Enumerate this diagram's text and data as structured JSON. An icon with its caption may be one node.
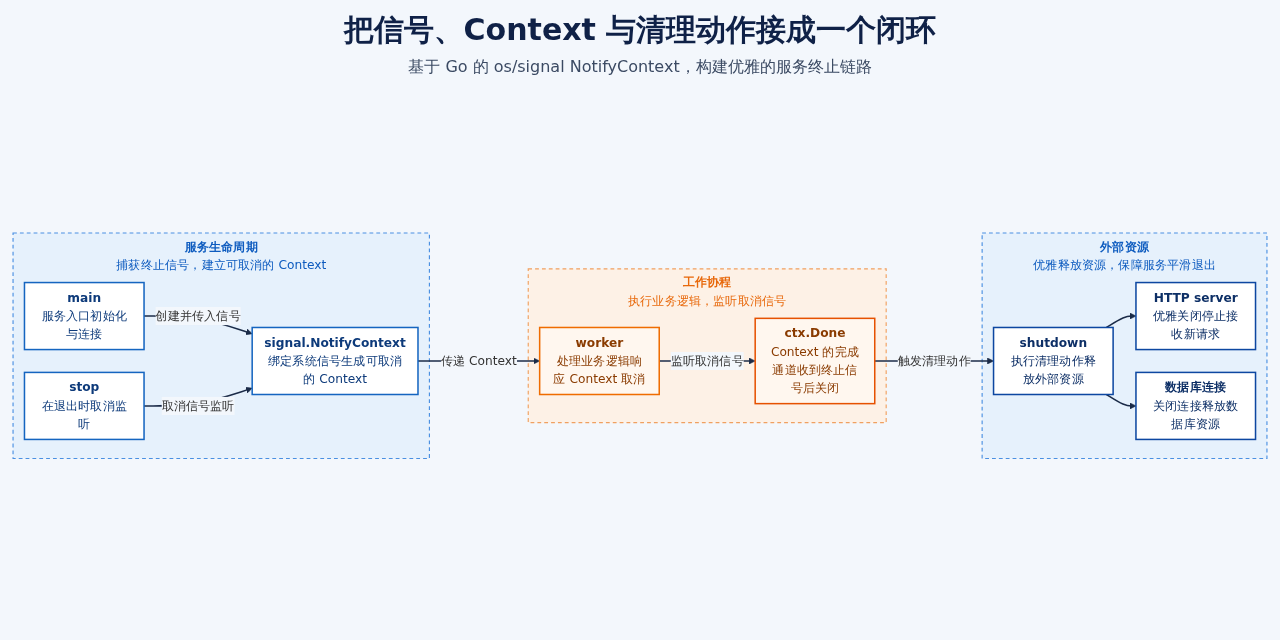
{
  "diagram": {
    "title": "把信号、Context 与清理动作接成一个闭环",
    "nodes": [
      {
        "text": [
          "服务生命周期",
          "捕获终止信号，建立可取消的 Context"
        ]
      },
      {
        "text": [
          "main",
          "服务入口初始化与连接"
        ],
        "in": 0
      },
      {
        "text": [
          "signal.NotifyContext",
          "绑定系统信号生成可取消的 Context"
        ],
        "in": 0
      },
      {
        "text": [
          "stop",
          "在退出时取消监听"
        ],
        "in": 0
      },
      {
        "text": [
          "工作协程",
          "执行业务逻辑，监听取消信号"
        ]
      },
      {
        "text": [
          "worker",
          "处理业务逻辑响应 Context 取消"
        ],
        "in": 4
      },
      {
        "text": [
          "ctx.Done",
          "Context 的完成通道收到终止信号后关闭"
        ],
        "in": 4
      },
      {
        "text": [
          "外部资源",
          "优雅释放资源，保障服务平滑退出"
        ]
      },
      {
        "text": [
          "shutdown",
          "执行清理动作释放外部资源"
        ],
        "in": 7
      },
      {
        "text": [
          "HTTP server",
          "优雅关闭停止接收新请求"
        ],
        "in": 7
      },
      {
        "text": [
          "数据库连接",
          "关闭连接释放数据库资源"
        ],
        "in": 7
      }
    ],
    "edges": [
      {
        "from": 1,
        "to": 2,
        "arrow": "to",
        "label": "创建并传入信号"
      },
      {
        "from": 3,
        "to": 2,
        "arrow": "to",
        "label": "取消信号监听"
      },
      {
        "from": 2,
        "to": 5,
        "arrow": "to",
        "label": "传递 Context"
      },
      {
        "from": 5,
        "to": 6,
        "arrow": "to",
        "label": "监听取消信号"
      },
      {
        "from": 6,
        "to": 8,
        "arrow": "to",
        "label": "触发清理动作"
      },
      {
        "from": 8,
        "to": 9,
        "arrow": "to"
      },
      {
        "from": 8,
        "to": 10,
        "arrow": "to"
      }
    ],
    "labels": [
      "基于 Go 的 os/signal NotifyContext，构建优雅的服务终止链路"
    ]
  }
}
